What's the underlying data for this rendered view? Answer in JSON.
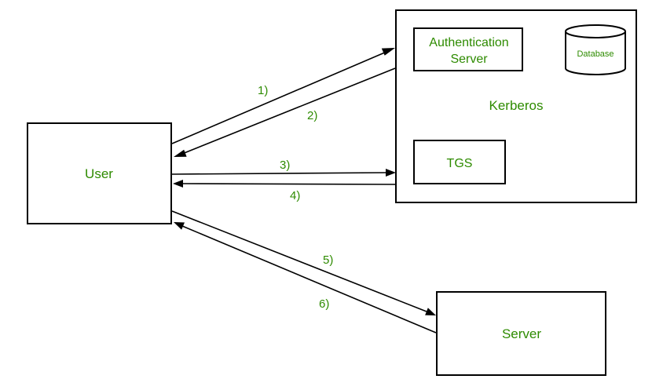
{
  "nodes": {
    "user": {
      "label": "User"
    },
    "kerberos": {
      "label": "Kerberos"
    },
    "auth_server": {
      "label_line1": "Authentication",
      "label_line2": "Server"
    },
    "database": {
      "label": "Database"
    },
    "tgs": {
      "label": "TGS"
    },
    "server": {
      "label": "Server"
    }
  },
  "arrows": {
    "step1": "1)",
    "step2": "2)",
    "step3": "3)",
    "step4": "4)",
    "step5": "5)",
    "step6": "6)"
  },
  "colors": {
    "label": "#2e8b00",
    "stroke": "#000000",
    "background": "#ffffff"
  }
}
